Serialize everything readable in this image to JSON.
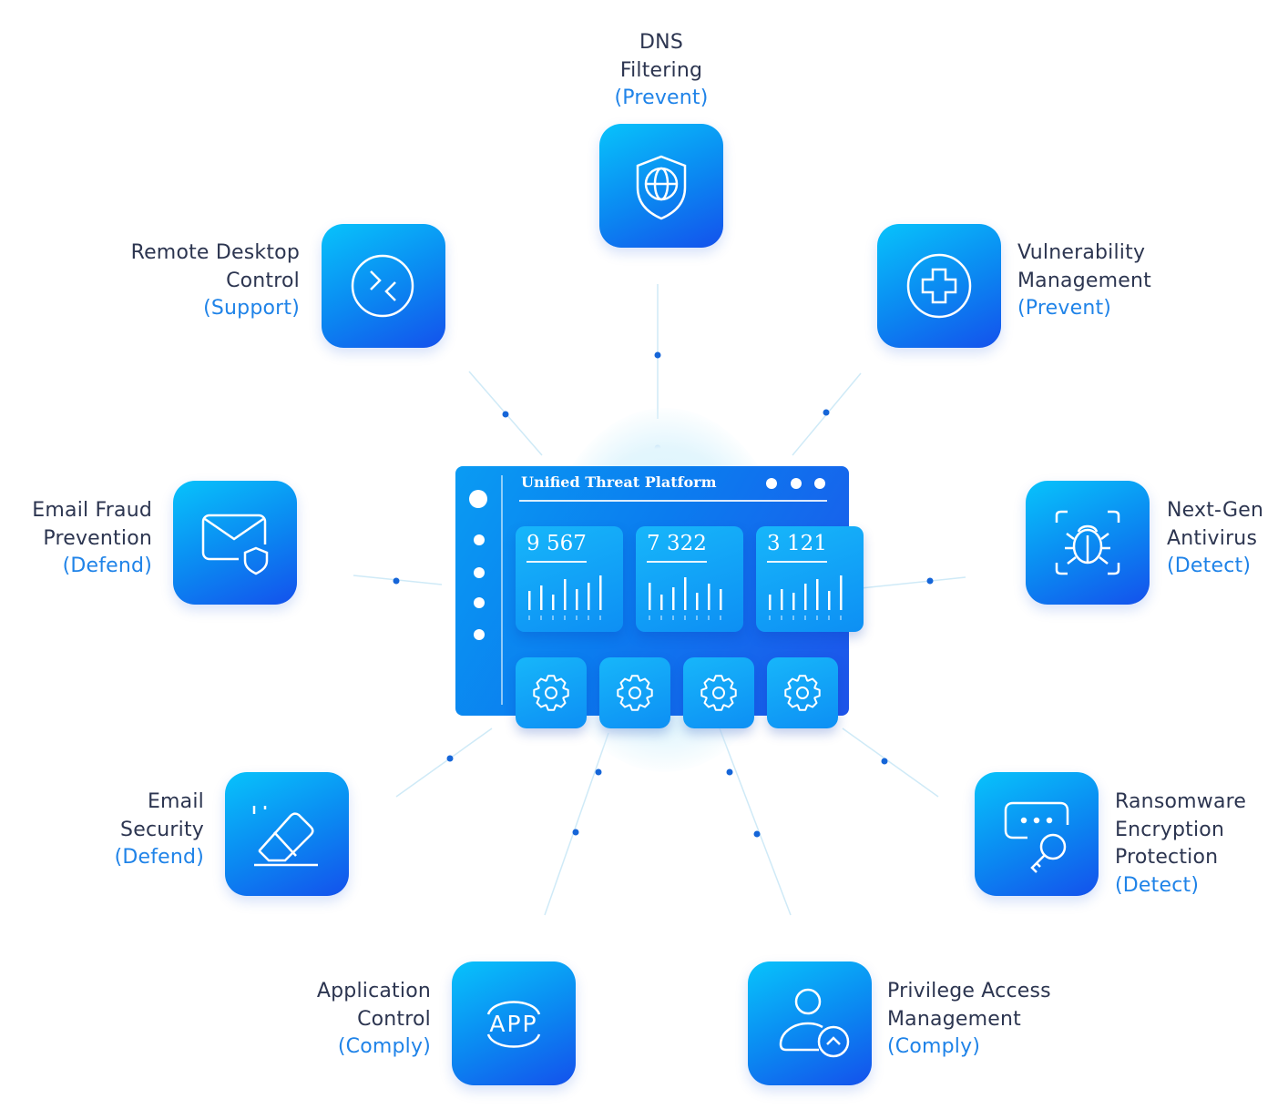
{
  "services": {
    "dns": {
      "line1": "DNS",
      "line2": "Filtering",
      "category": "(Prevent)",
      "icon": "globe-shield-icon"
    },
    "vulnerability": {
      "line1": "Vulnerability",
      "line2": "Management",
      "category": "(Prevent)",
      "icon": "plus-circle-icon"
    },
    "antivirus": {
      "line1": "Next-Gen",
      "line2": "Antivirus",
      "category": "(Detect)",
      "icon": "bug-scan-icon"
    },
    "ransomware": {
      "line1": "Ransomware",
      "line2": "Encryption",
      "line3": "Protection",
      "category": "(Detect)",
      "icon": "password-key-icon"
    },
    "privilege": {
      "line1": "Privilege Access",
      "line2": "Management",
      "category": "(Comply)",
      "icon": "user-chevron-icon"
    },
    "application": {
      "line1": "Application",
      "line2": "Control",
      "category": "(Comply)",
      "icon": "app-icon",
      "icon_text": "APP"
    },
    "email_security": {
      "line1": "Email",
      "line2": "Security",
      "category": "(Defend)",
      "icon": "eraser-icon"
    },
    "email_fraud": {
      "line1": "Email Fraud",
      "line2": "Prevention",
      "category": "(Defend)",
      "icon": "mail-shield-icon"
    },
    "remote_desktop": {
      "line1": "Remote Desktop",
      "line2": "Control",
      "category": "(Support)",
      "icon": "remote-connection-icon"
    }
  },
  "dashboard": {
    "title": "Unified Threat Platform",
    "cards": [
      {
        "value": "9 567",
        "bars": [
          0.55,
          0.7,
          0.45,
          0.9,
          0.6,
          0.8,
          1.0
        ]
      },
      {
        "value": "7 322",
        "bars": [
          0.8,
          0.45,
          0.65,
          0.95,
          0.5,
          0.75,
          0.6
        ]
      },
      {
        "value": "3 121",
        "bars": [
          0.45,
          0.6,
          0.5,
          0.75,
          0.9,
          0.55,
          1.0
        ]
      }
    ],
    "sidebar_icon": "menu-dots-icon",
    "settings_icon": "gear-icon"
  },
  "colors": {
    "tile_top": "#08c3fb",
    "tile_bottom": "#1451ec",
    "category_text": "#1f83e8",
    "label_text": "#2c3550"
  }
}
